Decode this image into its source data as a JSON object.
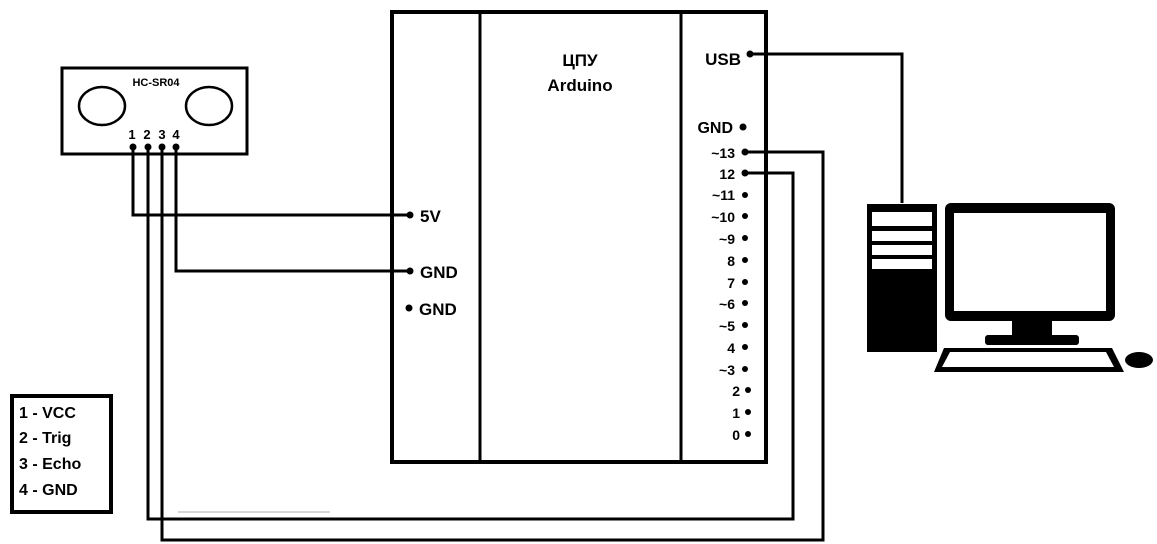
{
  "sensor": {
    "name": "HC-SR04",
    "pin_numbers": [
      "1",
      "2",
      "3",
      "4"
    ]
  },
  "board": {
    "title_line1": "ЦПУ",
    "title_line2": "Arduino",
    "left_pins": [
      "5V",
      "GND",
      "GND"
    ],
    "right_pins": [
      "USB",
      "GND",
      "~13",
      "12",
      "~11",
      "~10",
      "~9",
      "8",
      "7",
      "~6",
      "~5",
      "4",
      "~3",
      "2",
      "1",
      "0"
    ]
  },
  "legend": {
    "items": [
      "1 - VCC",
      "2 - Trig",
      "3 - Echo",
      "4 - GND"
    ]
  },
  "computer": {
    "parts": [
      "tower-icon",
      "monitor-icon",
      "keyboard-icon",
      "mouse-icon"
    ]
  },
  "colors": {
    "ink": "#000000",
    "background": "#ffffff"
  }
}
